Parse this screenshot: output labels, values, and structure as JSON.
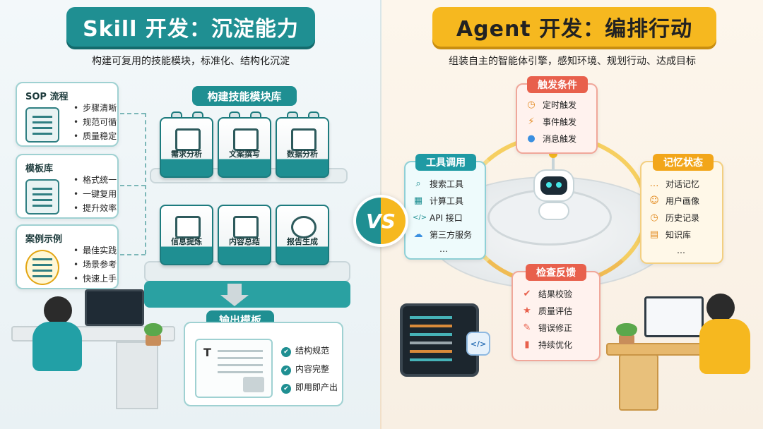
{
  "left": {
    "title": "Skill 开发：沉淀能力",
    "subtitle": "构建可复用的技能模块，标准化、结构化沉淀",
    "cards": [
      {
        "title": "SOP 流程",
        "items": [
          "步骤清晰",
          "规范可循",
          "质量稳定"
        ],
        "icon": "clipboard-checklist-icon"
      },
      {
        "title": "模板库",
        "items": [
          "格式统一",
          "一键复用",
          "提升效率"
        ],
        "icon": "document-stack-icon"
      },
      {
        "title": "案例示例",
        "items": [
          "最佳实践",
          "场景参考",
          "快速上手"
        ],
        "icon": "lightbulb-icon"
      }
    ],
    "library_label": "构建技能模块库",
    "modules_top": [
      {
        "label": "需求分析",
        "icon": "document-list-icon"
      },
      {
        "label": "文案撰写",
        "icon": "pen-document-icon"
      },
      {
        "label": "数据分析",
        "icon": "bar-chart-icon"
      }
    ],
    "modules_bottom": [
      {
        "label": "信息提炼",
        "icon": "funnel-icon"
      },
      {
        "label": "内容总结",
        "icon": "summary-document-icon"
      },
      {
        "label": "报告生成",
        "icon": "pie-chart-icon"
      }
    ],
    "output_label": "输出模板",
    "output_checks": [
      "结构规范",
      "内容完整",
      "即用即产出"
    ]
  },
  "vs_label": "VS",
  "right": {
    "title": "Agent 开发：编排行动",
    "subtitle": "组装自主的智能体引擎，感知环境、规划行动、达成目标",
    "trigger": {
      "title": "触发条件",
      "items": [
        {
          "icon": "clock-icon",
          "glyph": "◷",
          "text": "定时触发"
        },
        {
          "icon": "lightning-icon",
          "glyph": "⚡",
          "text": "事件触发"
        },
        {
          "icon": "chat-bubble-icon",
          "glyph": "●",
          "text": "消息触发"
        }
      ]
    },
    "tools": {
      "title": "工具调用",
      "items": [
        {
          "icon": "search-icon",
          "glyph": "⌕",
          "text": "搜索工具"
        },
        {
          "icon": "calculator-icon",
          "glyph": "▦",
          "text": "计算工具"
        },
        {
          "icon": "code-icon",
          "glyph": "</>",
          "text": "API 接口"
        },
        {
          "icon": "cloud-icon",
          "glyph": "☁",
          "text": "第三方服务"
        }
      ],
      "more": "…"
    },
    "memory": {
      "title": "记忆状态",
      "items": [
        {
          "icon": "chat-dots-icon",
          "glyph": "…",
          "text": "对话记忆"
        },
        {
          "icon": "user-profile-icon",
          "glyph": "☺",
          "text": "用户画像"
        },
        {
          "icon": "history-clock-icon",
          "glyph": "◷",
          "text": "历史记录"
        },
        {
          "icon": "book-icon",
          "glyph": "▤",
          "text": "知识库"
        }
      ],
      "more": "…"
    },
    "check": {
      "title": "检查反馈",
      "items": [
        {
          "icon": "shield-check-icon",
          "glyph": "✔",
          "text": "结果校验"
        },
        {
          "icon": "star-icon",
          "glyph": "★",
          "text": "质量评估"
        },
        {
          "icon": "wrench-icon",
          "glyph": "✎",
          "text": "错误修正"
        },
        {
          "icon": "bar-chart-icon",
          "glyph": "▮",
          "text": "持续优化"
        }
      ]
    }
  },
  "colors": {
    "teal": "#1f8f92",
    "gold": "#f6b81f",
    "red_header": "#e8604c"
  }
}
